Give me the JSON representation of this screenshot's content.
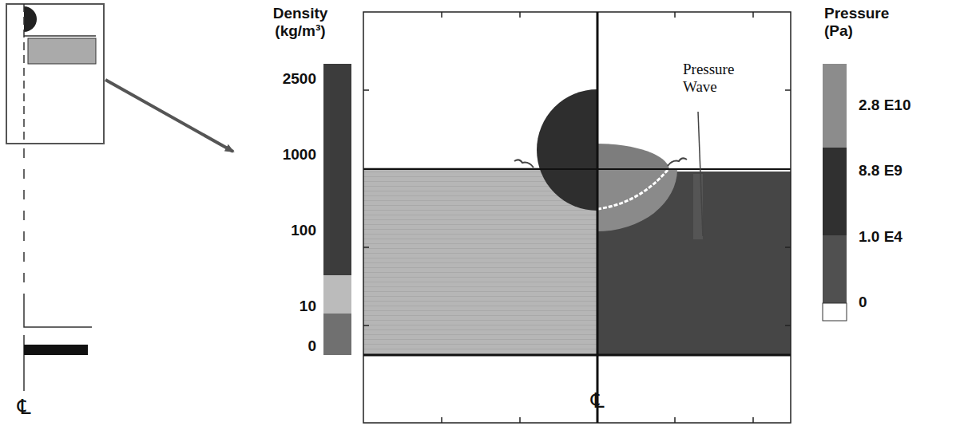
{
  "diagram": {
    "labels": [
      "Density (kg/m³)",
      "2500",
      "1000",
      "100",
      "10",
      "0",
      "Pressure Wave",
      "Pressure (Pa)",
      "2.8 E10",
      "8.8 E9",
      "1.0 E4",
      "0",
      "℄",
      "℄"
    ]
  }
}
